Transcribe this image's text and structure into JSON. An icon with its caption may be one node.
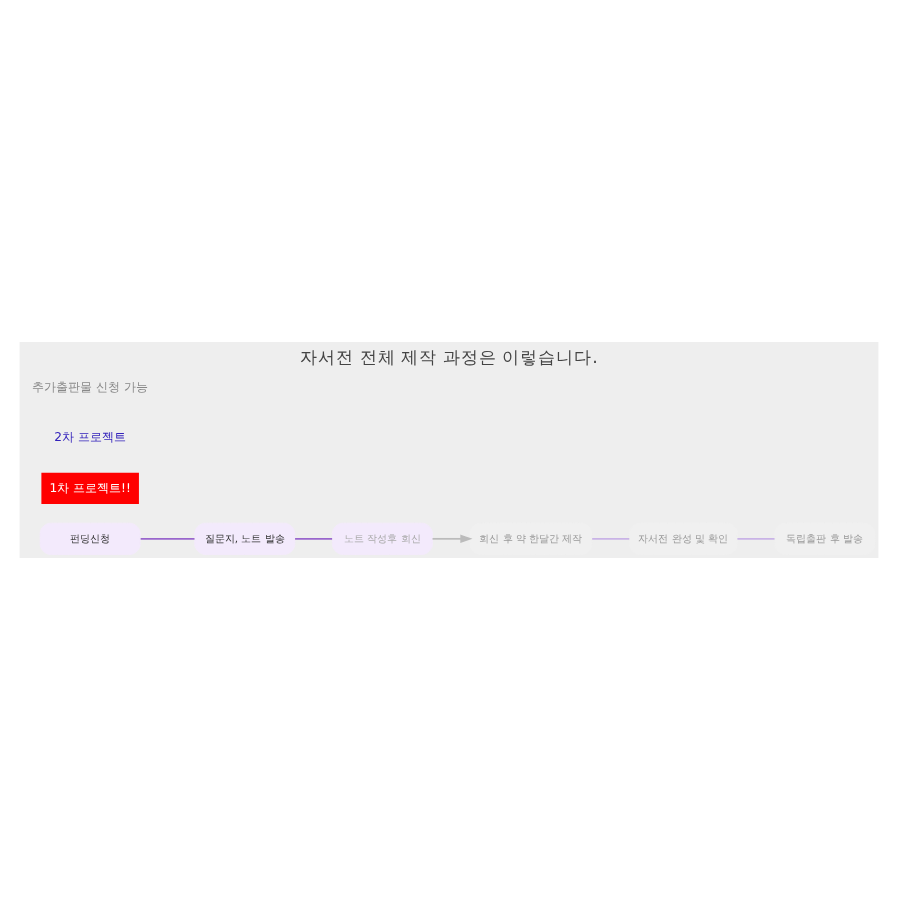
{
  "diagram": {
    "title": "자서전 전체 제작 과정은 이렇습니다.",
    "nodes": [
      {
        "text": [
          "펀딩신청"
        ]
      },
      {
        "text": [
          "질문지, 노트 발송"
        ]
      },
      {
        "text": [
          "노트 작성후 회신"
        ]
      },
      {
        "text": [
          "회신 후 약 한달간 제작"
        ]
      },
      {
        "text": [
          "자서전 완성 및 확인"
        ]
      },
      {
        "text": [
          "독립출판 후 발송"
        ]
      }
    ],
    "edges": [
      {
        "from": 0,
        "to": 1,
        "arrow": "none"
      },
      {
        "from": 1,
        "to": 2,
        "arrow": "none"
      },
      {
        "from": 2,
        "to": 3,
        "arrow": "to",
        "color": "#bbbbbb"
      },
      {
        "from": 3,
        "to": 4,
        "arrow": "none",
        "color": "#c9b3e6"
      },
      {
        "from": 4,
        "to": 5,
        "arrow": "none",
        "color": "#c9b3e6"
      }
    ],
    "labels": [
      "1차 프로젝트!!",
      "2차 프로젝트",
      "추가출판물 신청 가능"
    ]
  }
}
